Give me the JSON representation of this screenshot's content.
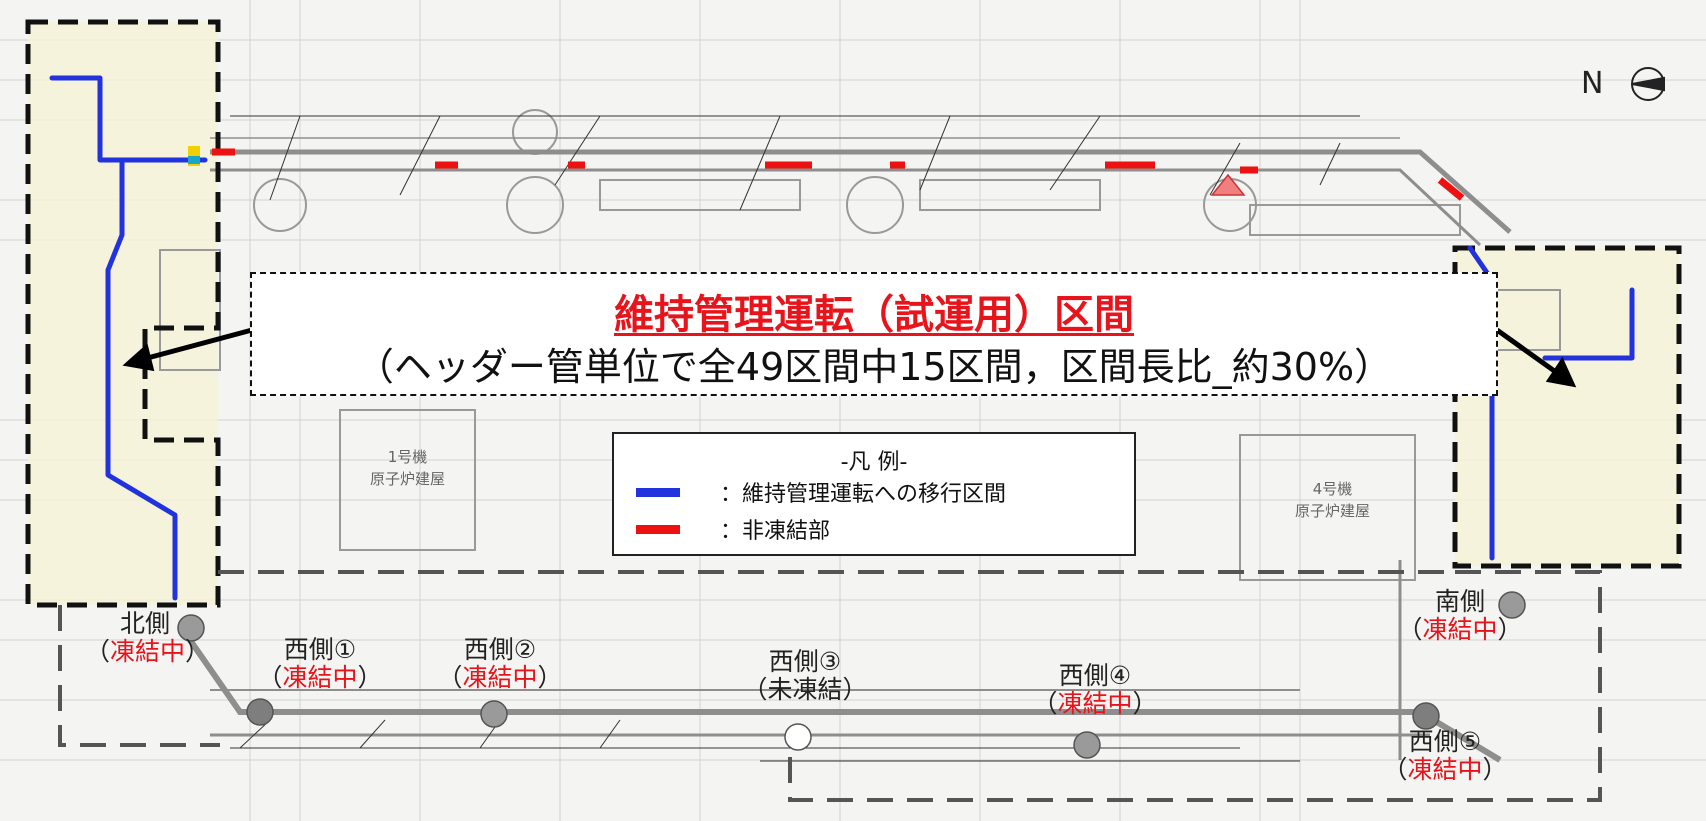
{
  "callout": {
    "title": "維持管理運転（試運用）区間",
    "subtitle": "（ヘッダー管単位で全49区間中15区間，区間長比_約30%）"
  },
  "legend": {
    "title": "-凡 例-",
    "items": [
      {
        "color": "#2233dd",
        "label": "：維持管理運転への移行区間"
      },
      {
        "color": "#ee1111",
        "label": "：非凍結部"
      }
    ]
  },
  "north_label": "N",
  "buildings": {
    "unit1": [
      "1号機",
      "原子炉建屋"
    ],
    "unit4": [
      "4号機",
      "原子炉建屋"
    ]
  },
  "measurement_points": [
    {
      "name": "北側",
      "status": "凍結中"
    },
    {
      "name": "西側①",
      "status": "凍結中"
    },
    {
      "name": "西側②",
      "status": "凍結中"
    },
    {
      "name": "西側③",
      "status": "未凍結"
    },
    {
      "name": "西側④",
      "status": "凍結中"
    },
    {
      "name": "南側",
      "status": "凍結中"
    },
    {
      "name": "西側⑤",
      "status": "凍結中"
    }
  ],
  "colors": {
    "maintenance_section": "#2233dd",
    "non_frozen": "#ee1111",
    "status_text": "#e8141b",
    "highlight_area": "#f4f2d8"
  }
}
